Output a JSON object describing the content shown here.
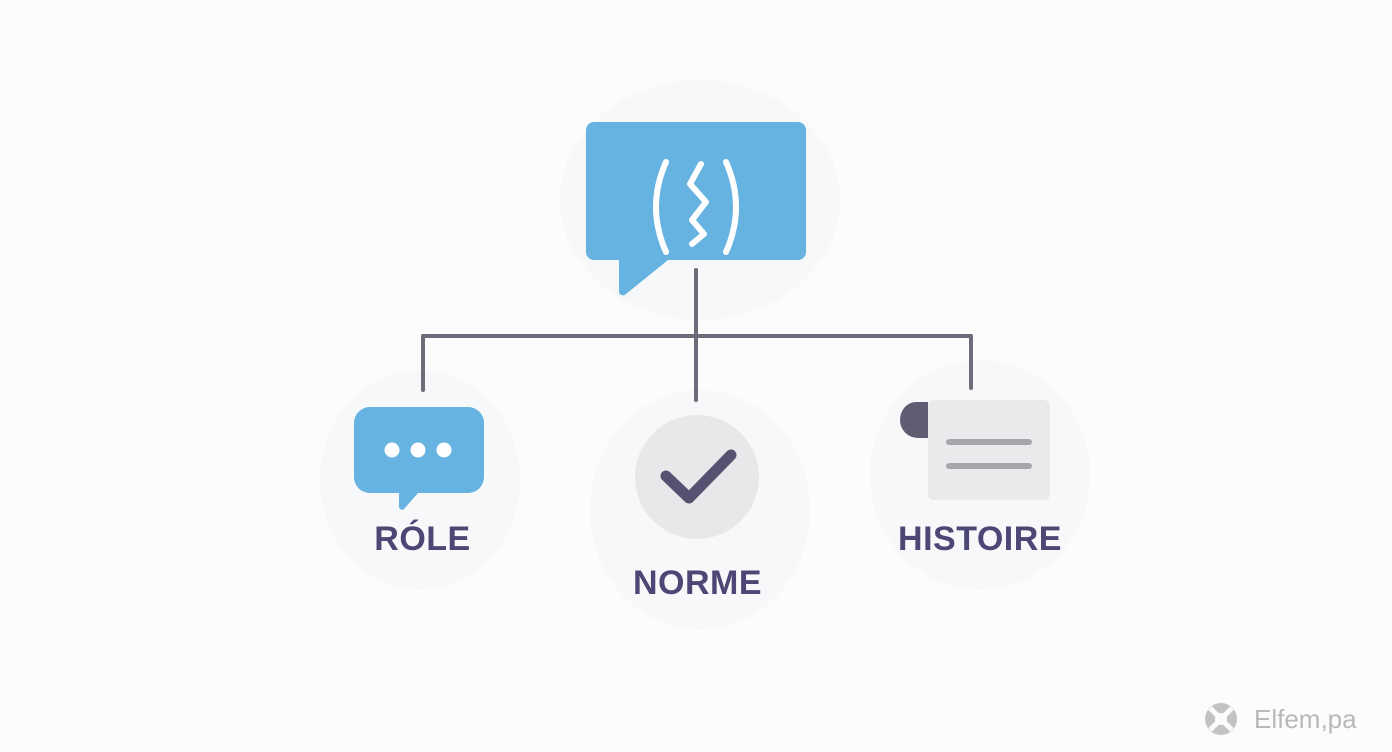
{
  "diagram": {
    "root": {
      "icon": "speech-bubble-with-braces-icon",
      "color": "#66b2e0"
    },
    "children": [
      {
        "label": "RÓLE",
        "icon": "chat-bubble-ellipsis-icon",
        "color": "#66b2e0"
      },
      {
        "label": "NORME",
        "icon": "checkmark-circle-icon",
        "color": "#e8e8ea"
      },
      {
        "label": "HISTOIRE",
        "icon": "scroll-document-icon",
        "color": "#eaeaec"
      }
    ],
    "connector_color": "#6e6c7a",
    "label_color": "#4c4775"
  },
  "watermark": {
    "text": "Elfem,pa"
  }
}
